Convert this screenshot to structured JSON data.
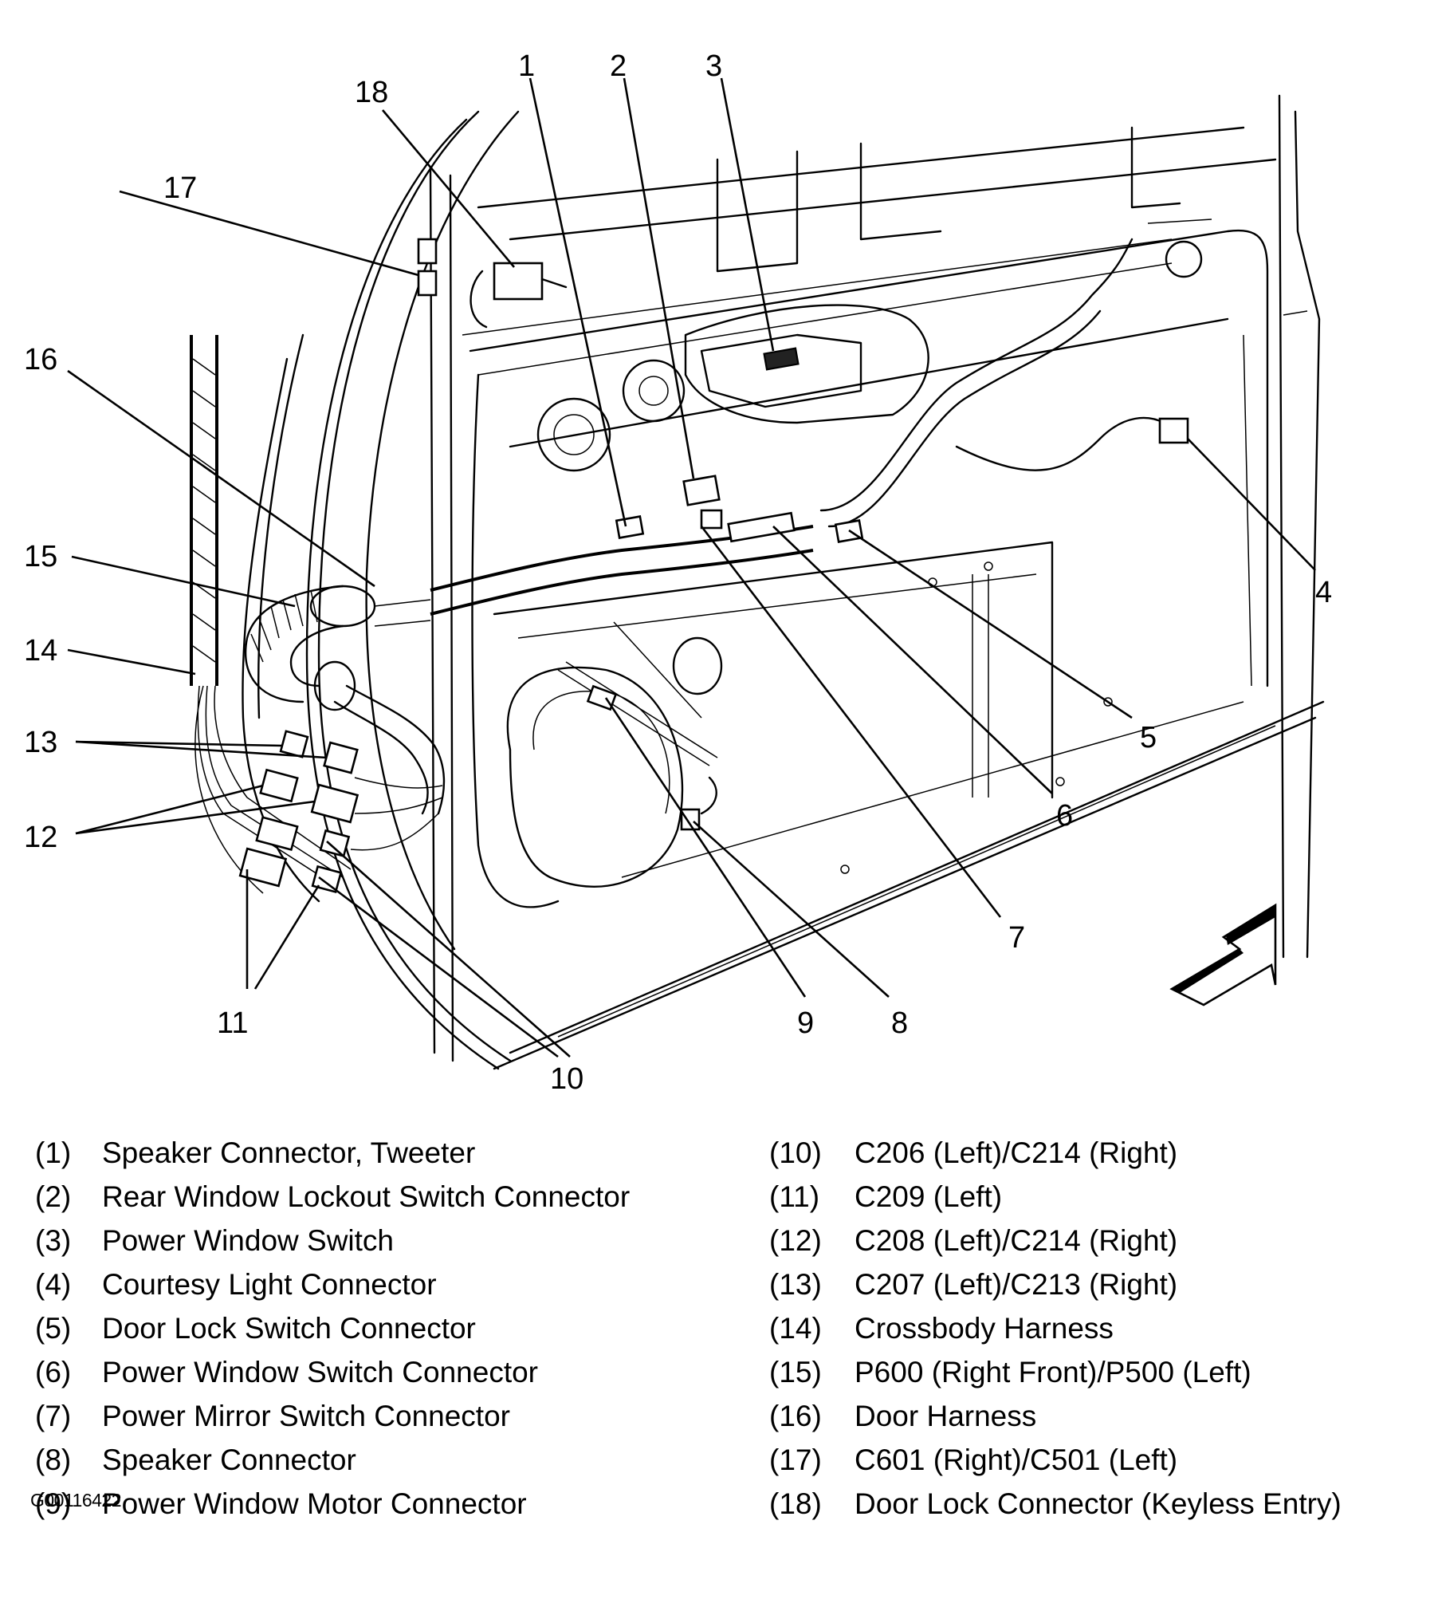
{
  "figure": {
    "title": "Door harness connector locations",
    "figure_id": "G00116422",
    "view_arrow": "view-direction-arrow"
  },
  "callouts": [
    {
      "id": "1"
    },
    {
      "id": "2"
    },
    {
      "id": "3"
    },
    {
      "id": "4"
    },
    {
      "id": "5"
    },
    {
      "id": "6"
    },
    {
      "id": "7"
    },
    {
      "id": "8"
    },
    {
      "id": "9"
    },
    {
      "id": "10"
    },
    {
      "id": "11"
    },
    {
      "id": "12"
    },
    {
      "id": "13"
    },
    {
      "id": "14"
    },
    {
      "id": "15"
    },
    {
      "id": "16"
    },
    {
      "id": "17"
    },
    {
      "id": "18"
    }
  ],
  "legend": {
    "left": [
      {
        "num": "(1)",
        "label": "Speaker Connector, Tweeter"
      },
      {
        "num": "(2)",
        "label": "Rear Window Lockout Switch Connector"
      },
      {
        "num": "(3)",
        "label": "Power Window Switch"
      },
      {
        "num": "(4)",
        "label": "Courtesy Light Connector"
      },
      {
        "num": "(5)",
        "label": "Door Lock Switch Connector"
      },
      {
        "num": "(6)",
        "label": "Power Window Switch Connector"
      },
      {
        "num": "(7)",
        "label": "Power Mirror Switch Connector"
      },
      {
        "num": "(8)",
        "label": "Speaker Connector"
      },
      {
        "num": "(9)",
        "label": "Power Window Motor Connector"
      }
    ],
    "right": [
      {
        "num": "(10)",
        "label": "C206 (Left)/C214 (Right)"
      },
      {
        "num": "(11)",
        "label": "C209 (Left)"
      },
      {
        "num": "(12)",
        "label": "C208 (Left)/C214 (Right)"
      },
      {
        "num": "(13)",
        "label": "C207 (Left)/C213 (Right)"
      },
      {
        "num": "(14)",
        "label": "Crossbody Harness"
      },
      {
        "num": "(15)",
        "label": "P600 (Right Front)/P500 (Left)"
      },
      {
        "num": "(16)",
        "label": "Door Harness"
      },
      {
        "num": "(17)",
        "label": "C601 (Right)/C501 (Left)"
      },
      {
        "num": "(18)",
        "label": "Door Lock Connector (Keyless Entry)"
      }
    ]
  }
}
